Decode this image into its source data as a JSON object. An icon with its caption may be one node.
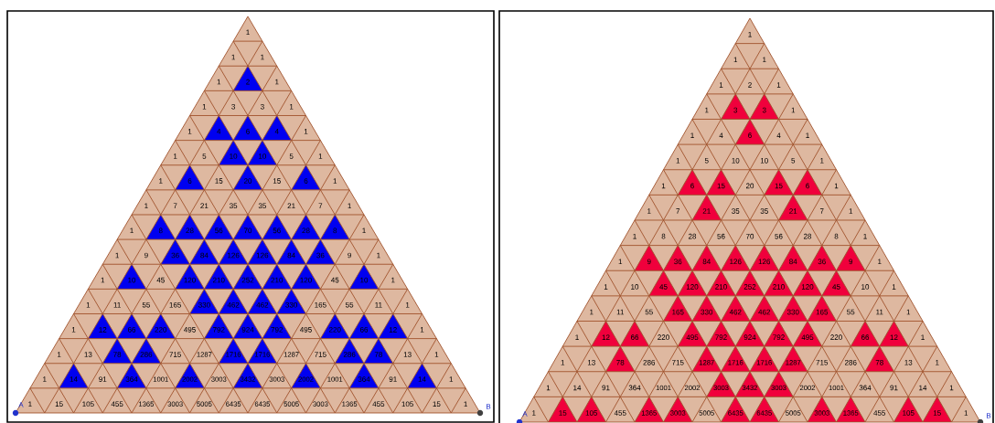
{
  "diagram": {
    "labels": [
      "1",
      "1",
      "1",
      "1",
      "2",
      "1",
      "1",
      "3",
      "3",
      "1",
      "1",
      "4",
      "6",
      "4",
      "1",
      "1",
      "5",
      "10",
      "10",
      "5",
      "1",
      "1",
      "6",
      "15",
      "20",
      "15",
      "6",
      "1",
      "1",
      "7",
      "21",
      "35",
      "35",
      "21",
      "7",
      "1",
      "1",
      "8",
      "28",
      "56",
      "70",
      "56",
      "28",
      "8",
      "1",
      "1",
      "9",
      "36",
      "84",
      "126",
      "126",
      "84",
      "36",
      "9",
      "1",
      "1",
      "10",
      "45",
      "120",
      "210",
      "252",
      "210",
      "120",
      "45",
      "10",
      "1",
      "1",
      "11",
      "55",
      "165",
      "330",
      "462",
      "462",
      "330",
      "165",
      "55",
      "11",
      "1",
      "1",
      "12",
      "66",
      "220",
      "495",
      "792",
      "924",
      "792",
      "495",
      "220",
      "66",
      "12",
      "1",
      "1",
      "13",
      "78",
      "286",
      "715",
      "1287",
      "1716",
      "1716",
      "1287",
      "715",
      "286",
      "78",
      "13",
      "1",
      "1",
      "14",
      "91",
      "364",
      "1001",
      "2002",
      "3003",
      "3432",
      "3003",
      "2002",
      "1001",
      "364",
      "91",
      "14",
      "1",
      "A",
      "1",
      "15",
      "105",
      "455",
      "1365",
      "3003",
      "5005",
      "6435",
      "6435",
      "5005",
      "3003",
      "1365",
      "455",
      "105",
      "15",
      "1",
      "B",
      "1",
      "1",
      "1",
      "1",
      "2",
      "1",
      "1",
      "3",
      "3",
      "1",
      "1",
      "4",
      "6",
      "4",
      "1",
      "1",
      "5",
      "10",
      "10",
      "5",
      "1",
      "1",
      "6",
      "15",
      "20",
      "15",
      "6",
      "1",
      "1",
      "7",
      "21",
      "35",
      "35",
      "21",
      "7",
      "1",
      "1",
      "8",
      "28",
      "56",
      "70",
      "56",
      "28",
      "8",
      "1",
      "1",
      "9",
      "36",
      "84",
      "126",
      "126",
      "84",
      "36",
      "9",
      "1",
      "1",
      "10",
      "45",
      "120",
      "210",
      "252",
      "210",
      "120",
      "45",
      "10",
      "1",
      "1",
      "11",
      "55",
      "165",
      "330",
      "462",
      "462",
      "330",
      "165",
      "55",
      "11",
      "1",
      "1",
      "12",
      "66",
      "220",
      "495",
      "792",
      "924",
      "792",
      "495",
      "220",
      "66",
      "12",
      "1",
      "1",
      "13",
      "78",
      "286",
      "715",
      "1287",
      "1716",
      "1716",
      "1287",
      "715",
      "286",
      "78",
      "13",
      "1",
      "1",
      "14",
      "91",
      "364",
      "1001",
      "2002",
      "3003",
      "3432",
      "3003",
      "2002",
      "1001",
      "364",
      "91",
      "14",
      "1",
      "A",
      "1",
      "15",
      "105",
      "455",
      "1365",
      "3003",
      "5005",
      "6435",
      "6435",
      "5005",
      "3003",
      "1365",
      "455",
      "105",
      "15",
      "1",
      "B"
    ]
  }
}
